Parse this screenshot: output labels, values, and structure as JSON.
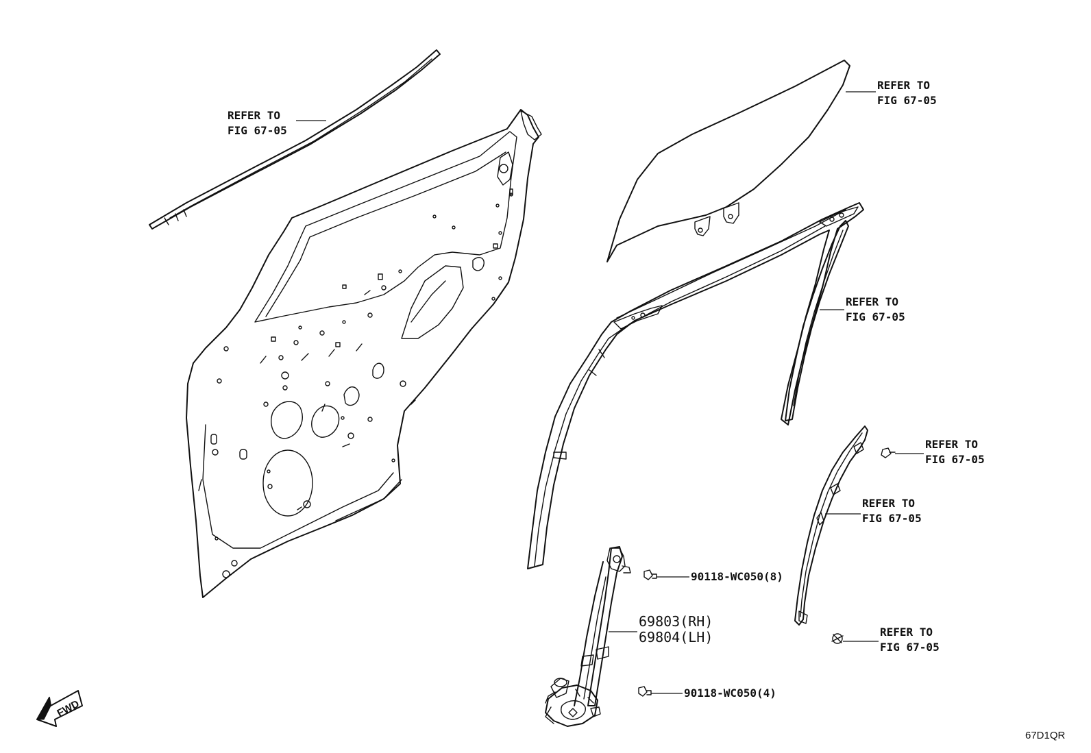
{
  "callouts": {
    "outer_weatherstrip": [
      "REFER TO",
      "FIG 67-05"
    ],
    "door_glass": [
      "REFER TO",
      "FIG 67-05"
    ],
    "rear_run_channel": [
      "REFER TO",
      "FIG 67-05"
    ],
    "lower_channel_bolt": [
      "REFER TO",
      "FIG 67-05"
    ],
    "lower_channel": [
      "REFER TO",
      "FIG 67-05"
    ],
    "lower_clip": [
      "REFER TO",
      "FIG 67-05"
    ]
  },
  "parts": {
    "regulator_upper_bolt": "90118-WC050(8)",
    "regulator_rh": "69803(RH)",
    "regulator_lh": "69804(LH)",
    "regulator_lower_bolt": "90118-WC050(4)"
  },
  "direction_label": "FWD",
  "figure_code": "67D1QR"
}
